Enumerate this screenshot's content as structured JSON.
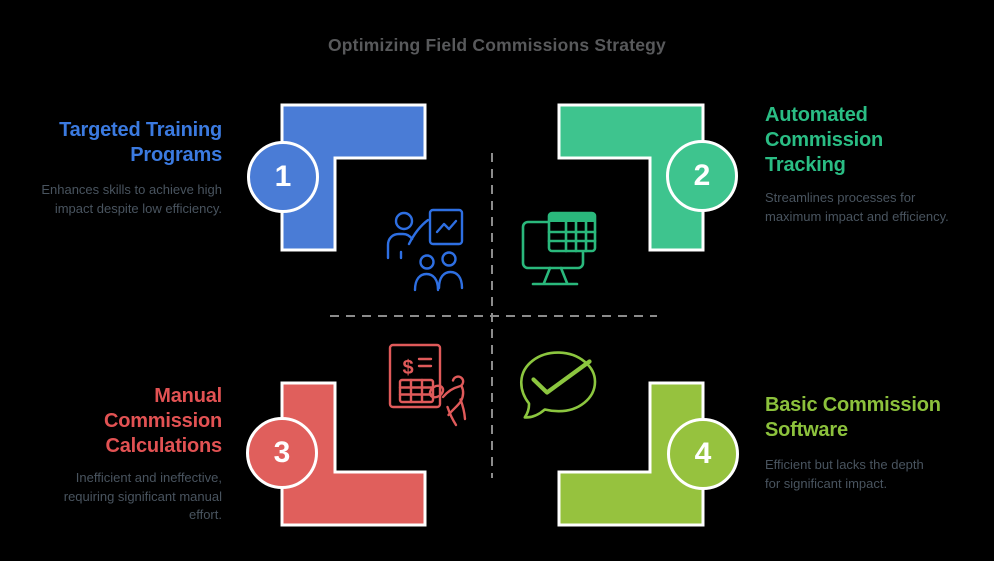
{
  "title": "Optimizing Field Commissions Strategy",
  "colors": {
    "background": "#000000",
    "white": "#ffffff",
    "divider": "#8c8c8c",
    "page_title": "#58595b",
    "description_text": "#49545f"
  },
  "quadrants": [
    {
      "number": "1",
      "title": "Targeted Training Programs",
      "description": "Enhances skills to achieve high impact despite low efficiency.",
      "shape_color": "#4a7cd6",
      "title_color": "#3b7ae0",
      "icon_color": "#2e6fe2",
      "icon": "presentation-training-icon"
    },
    {
      "number": "2",
      "title": "Automated Commission Tracking",
      "description": "Streamlines processes for maximum impact and efficiency.",
      "shape_color": "#3ec48e",
      "title_color": "#2abd84",
      "icon_color": "#2ab87c",
      "icon": "monitor-spreadsheet-icon"
    },
    {
      "number": "3",
      "title": "Manual Commission Calculations",
      "description": "Inefficient and ineffective, requiring significant manual effort.",
      "shape_color": "#e05f5c",
      "title_color": "#e25253",
      "icon_color": "#e05a5a",
      "icon": "invoice-hand-icon"
    },
    {
      "number": "4",
      "title": "Basic Commission Software",
      "description": "Efficient but lacks the depth for significant impact.",
      "shape_color": "#96c23e",
      "title_color": "#8cc13c",
      "icon_color": "#8cc63f",
      "icon": "chat-checkmark-icon"
    }
  ],
  "icons": {
    "dollar_glyph": "$"
  }
}
